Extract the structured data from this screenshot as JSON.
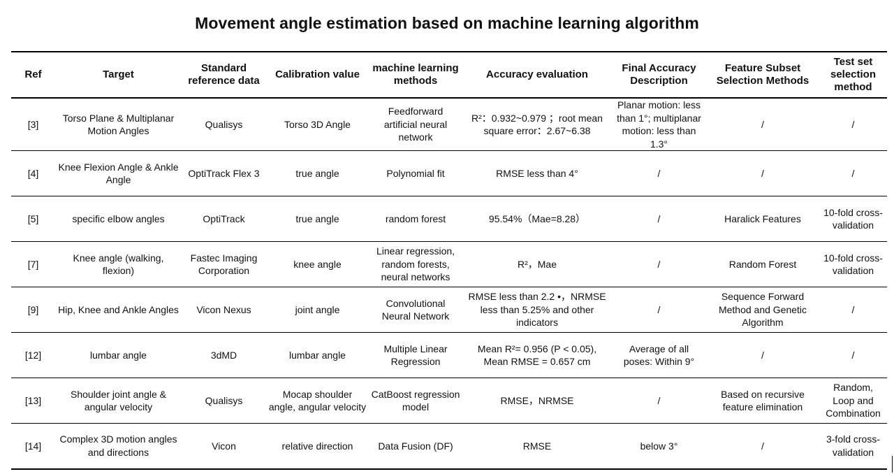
{
  "title": "Movement angle estimation based on machine learning algorithm",
  "columns": [
    "Ref",
    "Target",
    "Standard reference data",
    "Calibration value",
    "machine learning methods",
    "Accuracy evaluation",
    "Final Accuracy Description",
    "Feature Subset Selection Methods",
    "Test set selection method"
  ],
  "rows": [
    [
      "[3]",
      "Torso Plane & Multiplanar Motion Angles",
      "Qualisys",
      "Torso 3D Angle",
      "Feedforward artificial neural network",
      "R²：0.932~0.979 ；root mean square error：2.67~6.38",
      "Planar motion: less than 1°; multiplanar motion: less than 1.3°",
      "/",
      "/"
    ],
    [
      "[4]",
      "Knee Flexion Angle & Ankle Angle",
      "OptiTrack Flex 3",
      "true angle",
      "Polynomial fit",
      "RMSE less than 4°",
      "/",
      "/",
      "/"
    ],
    [
      "[5]",
      "specific elbow angles",
      "OptiTrack",
      "true angle",
      "random forest",
      "95.54%（Mae=8.28）",
      "/",
      "Haralick Features",
      "10-fold cross-validation"
    ],
    [
      "[7]",
      "Knee angle (walking, flexion)",
      "Fastec Imaging Corporation",
      "knee angle",
      "Linear regression, random forests, neural networks",
      "R²，Mae",
      "/",
      "Random Forest",
      "10-fold cross-validation"
    ],
    [
      "[9]",
      "Hip, Knee and Ankle Angles",
      "Vicon Nexus",
      "joint angle",
      "Convolutional Neural Network",
      "RMSE less than 2.2 •，NRMSE less than 5.25% and other indicators",
      "/",
      "Sequence Forward Method and Genetic Algorithm",
      "/"
    ],
    [
      "[12]",
      "lumbar angle",
      "3dMD",
      "lumbar angle",
      "Multiple Linear Regression",
      "Mean R²= 0.956 (P < 0.05), Mean RMSE = 0.657 cm",
      "Average of all poses: Within 9°",
      "/",
      "/"
    ],
    [
      "[13]",
      "Shoulder joint angle & angular velocity",
      "Qualisys",
      "Mocap shoulder angle, angular velocity",
      "CatBoost regression model",
      "RMSE，NRMSE",
      "/",
      "Based on recursive feature elimination",
      "Random, Loop and Combination"
    ],
    [
      "[14]",
      "Complex 3D motion angles and directions",
      "Vicon",
      "relative direction",
      "Data Fusion (DF)",
      "RMSE",
      "below 3°",
      "/",
      "3-fold cross-validation"
    ]
  ]
}
